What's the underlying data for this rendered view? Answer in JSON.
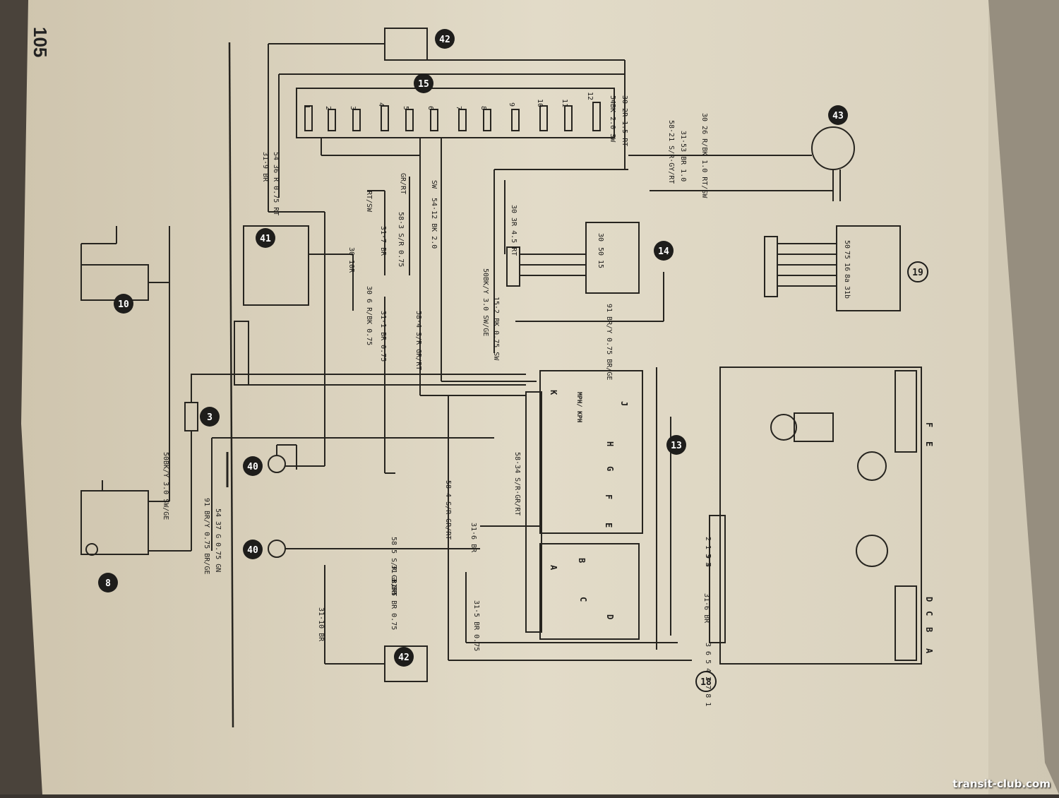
{
  "page_number": "105",
  "watermark": "transit-club.com",
  "components": {
    "c8": "8",
    "c10": "10",
    "c3": "3",
    "c40a": "40",
    "c40b": "40",
    "c41": "41",
    "c42a": "42",
    "c42b": "42",
    "c15": "15",
    "c43": "43",
    "c14": "14",
    "c19": "19",
    "c13": "13",
    "c18": "18"
  },
  "wire_labels": {
    "w50bky_sw_ge": "50BK/Y 3.0 SW/GE",
    "w91_br": "91 BR/Y 0.75 BR/GE",
    "w54_37": "54 37 G 0.75 GN",
    "w31_10br": "31·10 BR",
    "w31_9br": "31·9 BR",
    "w54_36r": "54 36 R 0.75 RT",
    "w30_6r": "30 6 R/BK 0.75",
    "w30_10r": "30 10R",
    "w31_7br": "31·7 BR",
    "w31_1br": "31·1 BR 0.75",
    "w58_3s": "58·3 S/R 0.75",
    "w58_4s": "58·4 S/R GR/RT",
    "w54_12bk": "54·12 BK 2.0",
    "w50bky_30": "50BK/Y 3.0 SW/GE",
    "w15_2bk": "15·2 BK 0.75 SW",
    "w30_3r": "30 3R 4.5 RT",
    "w58_21s": "58·21 S/R·GY/RT",
    "w31_53br": "31·53 BR 1.0",
    "w30_26r": "30 26 R/BK 1.0 RT/SW",
    "w91_br_y": "91 BR/Y 0.75 BR/GE",
    "w54bk": "54BK 2.0 SW",
    "w30_2r": "30 2R 1.5 RT",
    "w58_34s": "58·34 S/R·GR/RT",
    "w58_4s_b": "58·4 S/R GR/RT",
    "w58_5s": "58 5 S/R GR/RT",
    "w31_6br": "31·6 BR",
    "w31_3br": "31·3 BR",
    "w31_5br": "31·5 BR 0.75",
    "w31_5br_b": "31·5 BR 0.75",
    "rt_sw": "RT/SW",
    "gr_rt": "GR/RT",
    "sw": "SW",
    "w31_6br_b": "31·6 BR"
  },
  "fuse_numbers": [
    "1",
    "2",
    "3",
    "4",
    "5",
    "6",
    "7",
    "8",
    "9",
    "10",
    "11",
    "12"
  ],
  "instrument_letters": {
    "A": "A",
    "B": "B",
    "C": "C",
    "D": "D",
    "E": "E",
    "F": "F",
    "G": "G",
    "H": "H",
    "J": "J",
    "K": "K",
    "mph": "MPH/ KPH"
  },
  "switch_terms": {
    "s30": "30",
    "s50": "50",
    "s15": "15",
    "s75": "75",
    "s16": "16",
    "s8a": "8a",
    "s31b": "31b"
  },
  "row_letters": [
    "A",
    "B",
    "C",
    "D",
    "E",
    "F"
  ],
  "connector_numbers": {
    "top": "3 6 5 4 2 7 8 1",
    "mid": "9 4",
    "right": "2 1 5 3"
  }
}
